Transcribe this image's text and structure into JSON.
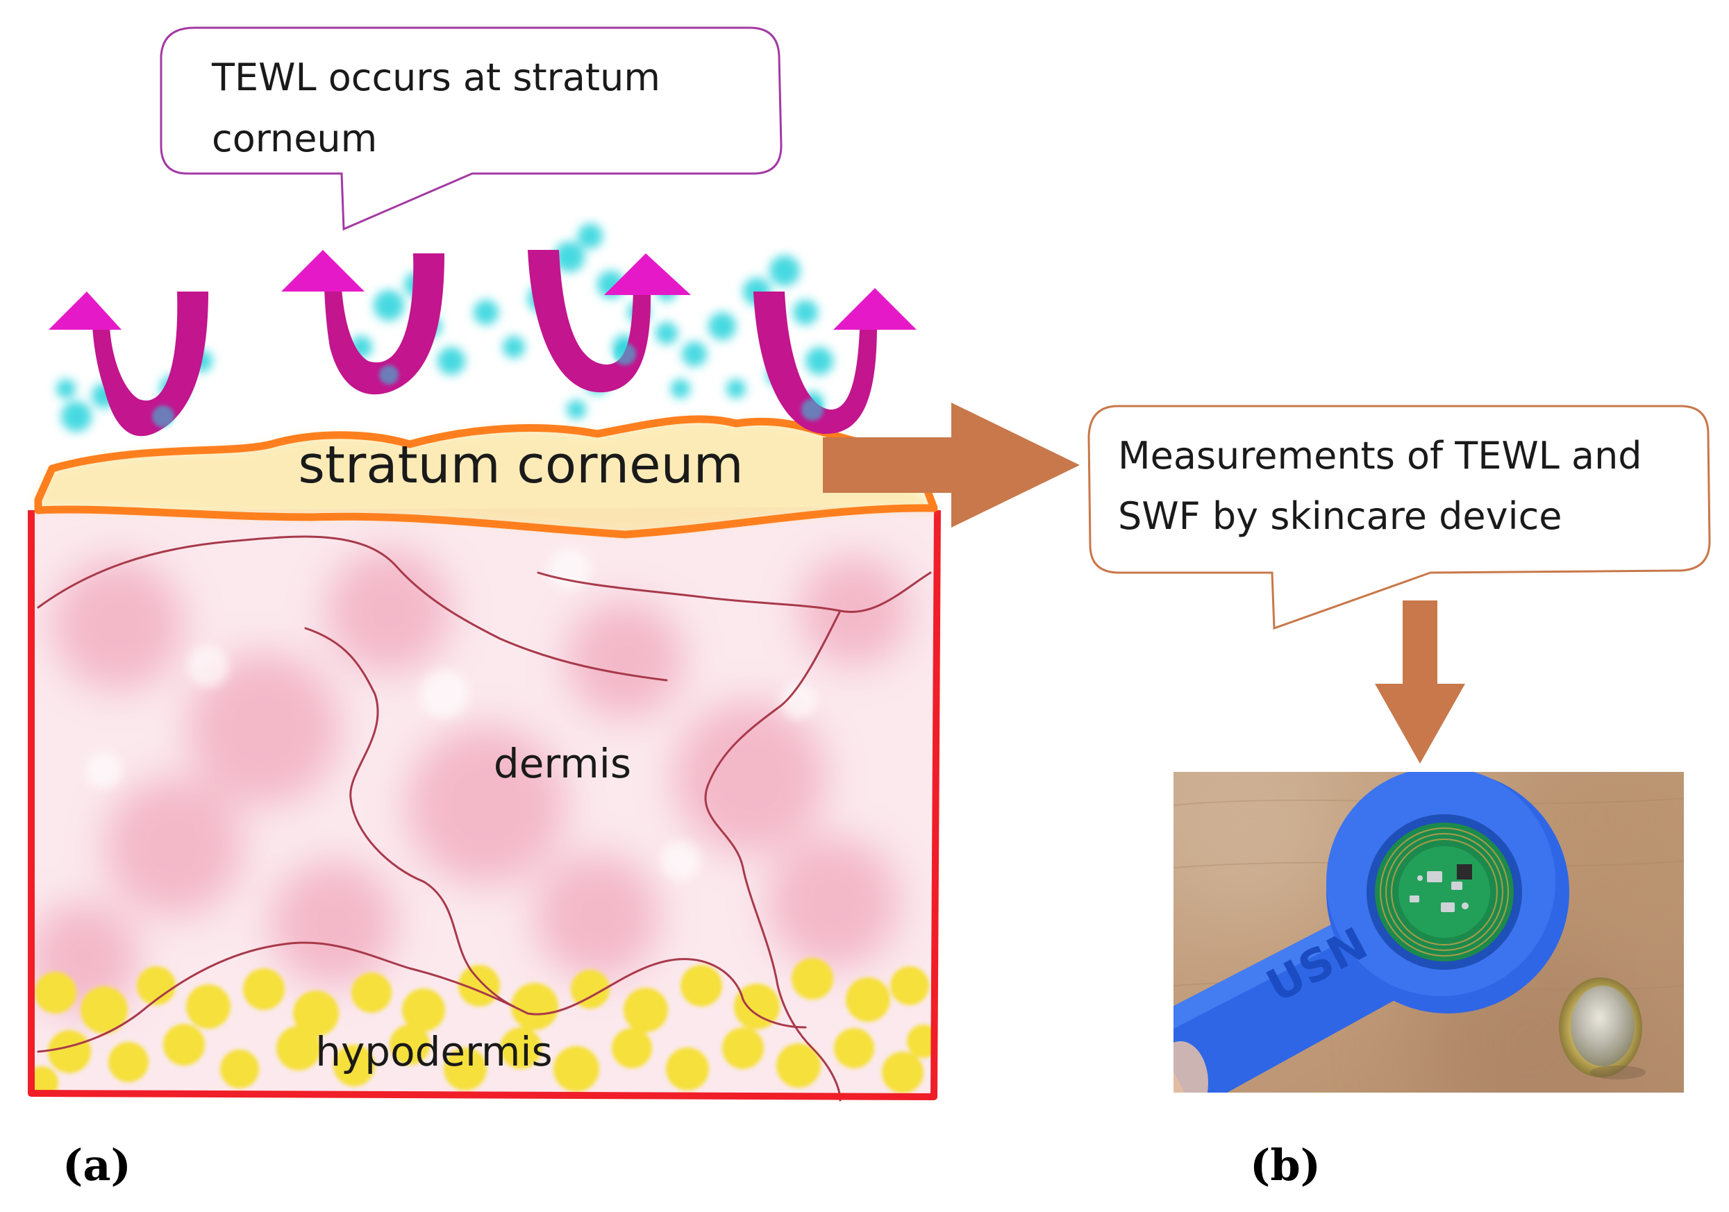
{
  "callout_top": {
    "line1": "TEWL occurs at stratum",
    "line2": "corneum"
  },
  "callout_right": {
    "line1": "Measurements of TEWL and",
    "line2": "SWF by skincare device"
  },
  "layers": {
    "stratum_corneum": "stratum corneum",
    "dermis": "dermis",
    "hypodermis": "hypodermis"
  },
  "device_photo": {
    "engraving": "USN"
  },
  "panel_labels": {
    "a": "(a)",
    "b": "(b)"
  },
  "colors": {
    "callout_top_border": "#a23aa3",
    "callout_right_border": "#c8784a",
    "arrow_brown": "#c8784a",
    "arrow_magenta": "#e619c8",
    "stratum_outline": "#ff7f1e",
    "skin_outline": "#f01e28",
    "dermis_fill": "#f4c1cf",
    "hypodermis_fill": "#f8e84c",
    "vapor": "#26d3dc",
    "device_blue": "#2f66e6",
    "pcb_green": "#1c8a4c"
  }
}
